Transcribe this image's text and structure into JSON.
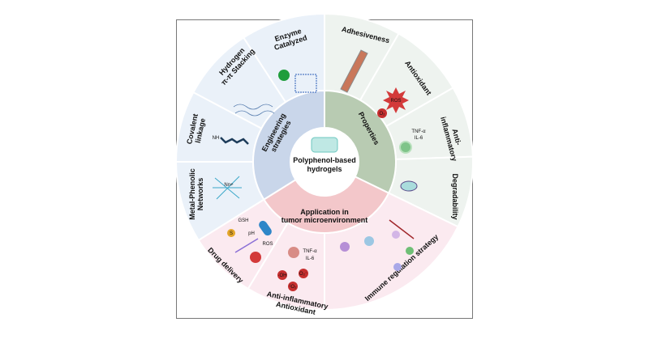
{
  "center": {
    "title_line1": "Polyphenol-based",
    "title_line2": "hydrogels"
  },
  "sectors": [
    {
      "name": "Engineering strategies",
      "line1": "Engineering",
      "line2": "strategies",
      "color": "#c9d6ea",
      "outer_color": "#eaf1f9"
    },
    {
      "name": "Properties",
      "line1": "Properties",
      "line2": "",
      "color": "#b8cbb2",
      "outer_color": "#eef3ef"
    },
    {
      "name": "Application in tumor microenvironment",
      "line1": "Application in",
      "line2": "tumor microenvironment",
      "color": "#f3c7ca",
      "outer_color": "#fbeaf0"
    }
  ],
  "segments": {
    "enzyme": {
      "line1": "Enzyme",
      "line2": "Catalyzed"
    },
    "hydrogen": {
      "line1": "Hydrogen",
      "line2": "π-π Stacking"
    },
    "covalent": {
      "line1": "Covalent",
      "line2": "linkage",
      "icon_text": "NH"
    },
    "metal": {
      "line1": "Metal-Phenolic",
      "line2": "Networks",
      "icon_text": "Nn+"
    },
    "adhesiveness": {
      "line1": "Adhesiveness"
    },
    "antioxidant": {
      "line1": "Antioxidant",
      "ros": "ROS",
      "o2": "O₂"
    },
    "antiinflam": {
      "line1": "Anti-",
      "line2": "inflammatory",
      "tnf": "TNF-α",
      "il6": "IL-6"
    },
    "degradability": {
      "line1": "Degradability"
    },
    "immune": {
      "line1": "Immune regulation strategy"
    },
    "anti_both": {
      "line1": "Anti-inflammatory",
      "line2": "Antioxidant",
      "tnf": "TNF-α",
      "il6": "IL-6",
      "oh": "·OH",
      "o2a": "O₂⁻",
      "o2b": "¹O₂"
    },
    "drug": {
      "line1": "Drug delivery",
      "gsh": "GSH",
      "ph": "pH",
      "ros": "ROS",
      "s": "S"
    }
  }
}
